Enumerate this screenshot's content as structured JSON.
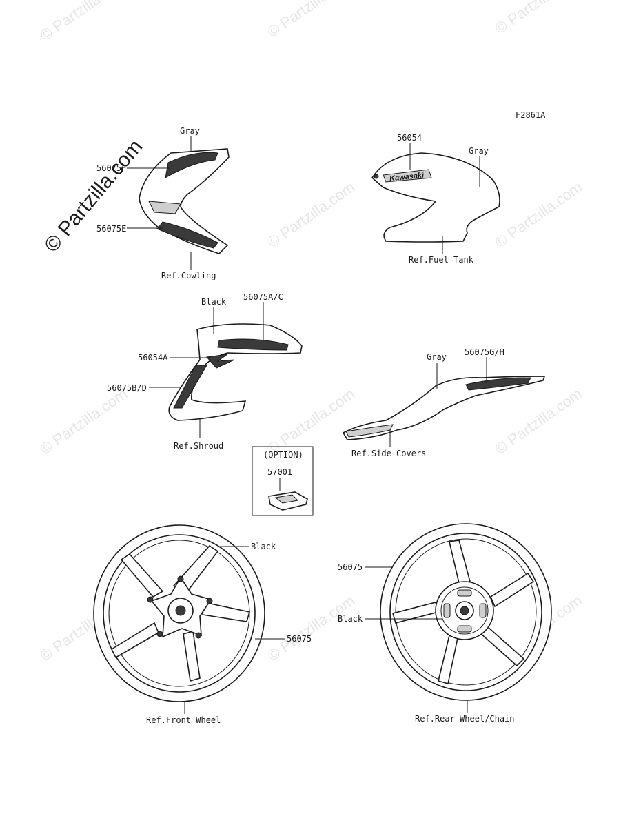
{
  "figure_code": "F2861A",
  "watermark": "© Partzilla.com",
  "cowling": {
    "part_upper": "56075F",
    "part_lower": "56075E",
    "color": "Gray",
    "ref": "Ref.Cowling"
  },
  "fuel_tank": {
    "part": "56054",
    "color": "Gray",
    "ref": "Ref.Fuel Tank",
    "logo": "Kawasaki"
  },
  "shroud": {
    "color": "Black",
    "part_top": "56075A/C",
    "part_mid": "56054A",
    "part_low": "56075B/D",
    "ref": "Ref.Shroud"
  },
  "side_covers": {
    "color": "Gray",
    "part": "56075G/H",
    "ref": "Ref.Side Covers"
  },
  "option": {
    "title": "(OPTION)",
    "part": "57001"
  },
  "front_wheel": {
    "color": "Black",
    "part": "56075",
    "ref": "Ref.Front Wheel"
  },
  "rear_wheel": {
    "part": "56075",
    "color": "Black",
    "ref": "Ref.Rear Wheel/Chain"
  }
}
